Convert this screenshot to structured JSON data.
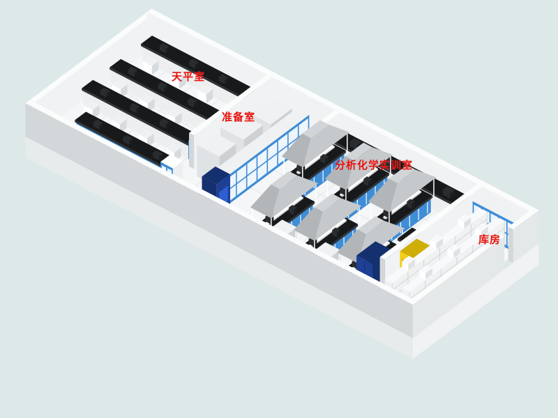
{
  "scene": {
    "description": "isometric-laboratory-floorplan"
  },
  "rooms": {
    "balance": {
      "label": "天平室"
    },
    "prep": {
      "label": "准备室"
    },
    "training": {
      "label": "分析化学实训室"
    },
    "storage": {
      "label": "库房"
    }
  },
  "palette": {
    "bg": "#dde8e9",
    "label_red": "#e8100c",
    "floor": "#f4f6f7",
    "tile_line": "#e4e8ea",
    "wall_top": "#fbfcfc",
    "wall_front": "#d4d7d9",
    "wall_side": "#e5e8e9",
    "wall_inner": "#f0f2f3",
    "slab_front": "#e8ebec",
    "slab_side": "#f0f2f3",
    "bench_top": "#17191b",
    "bench_top_side": "#2e3235",
    "body_front": "#eceeef",
    "body_side": "#d8dbdd",
    "blue_front": "#3f8dd6",
    "blue_side": "#2e6fb0",
    "white": "#ffffff",
    "glass_pane": "#eef5fb",
    "navy_front": "#1d3f95",
    "navy_side": "#15306f",
    "navy_panel": "#2e5fd0",
    "yellow_front": "#f2cd13",
    "yellow_side": "#d0ae08",
    "gray_front": "#e0e3e5",
    "gray_side": "#cdd1d3",
    "gray_top": "#eff1f2",
    "hood_top": "#d2d5d7",
    "hood_front": "#b2b6b9",
    "hood_side": "#c5c9cb",
    "rack_front": "#eff1f2",
    "rack_side": "#dfe2e4",
    "rack_top": "#f8f9fa",
    "rack_line": "#d2d6d8",
    "equip_dark": "#2a2d30",
    "equip_side": "#1b1e20"
  }
}
